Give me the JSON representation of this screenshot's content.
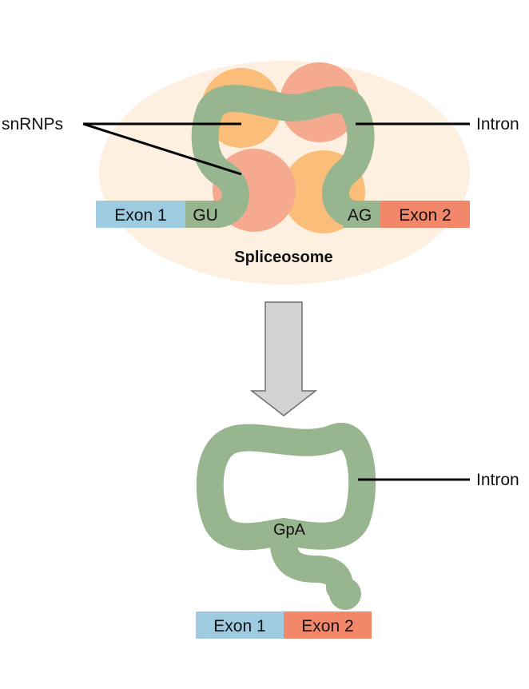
{
  "labels": {
    "snrnps": "snRNPs",
    "intron_top": "Intron",
    "intron_bottom": "Intron",
    "spliceosome": "Spliceosome",
    "gu": "GU",
    "ag": "AG",
    "gpa": "GpA",
    "exon1_top": "Exon 1",
    "exon2_top": "Exon 2",
    "exon1_bottom": "Exon 1",
    "exon2_bottom": "Exon 2"
  },
  "colors": {
    "spliceosome_bg": "#fdf0e0",
    "snrnp_orange": "#fbbd7a",
    "snrnp_salmon": "#f5a98f",
    "intron_green": "#97b58f",
    "exon1_blue": "#9ecbe0",
    "exon2_red": "#f2876a",
    "arrow_gray": "#d3d3d5"
  }
}
